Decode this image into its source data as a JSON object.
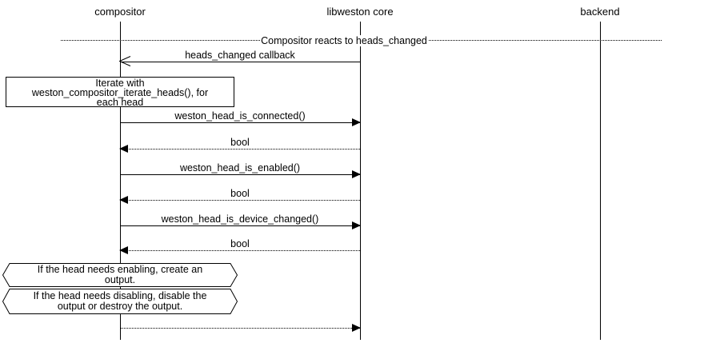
{
  "actors": [
    {
      "label": "compositor"
    },
    {
      "label": "libweston core"
    },
    {
      "label": "backend"
    }
  ],
  "divider": {
    "label": "Compositor reacts to heads_changed"
  },
  "messages": {
    "callback": {
      "label": "heads_changed callback",
      "from": "libweston core",
      "to": "compositor",
      "line": "solid",
      "arrowhead": "open-left"
    },
    "is_connected": {
      "label": "weston_head_is_connected()",
      "from": "compositor",
      "to": "libweston core",
      "line": "solid",
      "arrowhead": "filled-right"
    },
    "bool_connected": {
      "label": "bool",
      "from": "libweston core",
      "to": "compositor",
      "line": "dotted",
      "arrowhead": "filled-left"
    },
    "is_enabled": {
      "label": "weston_head_is_enabled()",
      "from": "compositor",
      "to": "libweston core",
      "line": "solid",
      "arrowhead": "filled-right"
    },
    "bool_enabled": {
      "label": "bool",
      "from": "libweston core",
      "to": "compositor",
      "line": "dotted",
      "arrowhead": "filled-left"
    },
    "is_device_changed": {
      "label": "weston_head_is_device_changed()",
      "from": "compositor",
      "to": "libweston core",
      "line": "solid",
      "arrowhead": "filled-right"
    },
    "bool_device_changed": {
      "label": "bool",
      "from": "libweston core",
      "to": "compositor",
      "line": "dotted",
      "arrowhead": "filled-left"
    },
    "final_return": {
      "label": "",
      "from": "compositor",
      "to": "libweston core",
      "line": "dotted",
      "arrowhead": "filled-right"
    }
  },
  "notes": {
    "iterate": {
      "lines": [
        "Iterate with",
        "weston_compositor_iterate_heads(), for",
        "each head"
      ]
    },
    "enable": {
      "lines": [
        "If the head needs enabling, create an",
        "output."
      ]
    },
    "disable": {
      "lines": [
        "If the head needs disabling, disable the",
        "output or destroy the output."
      ]
    }
  },
  "colors": {
    "line": "#000000",
    "background": "#ffffff",
    "text": "#000000"
  }
}
